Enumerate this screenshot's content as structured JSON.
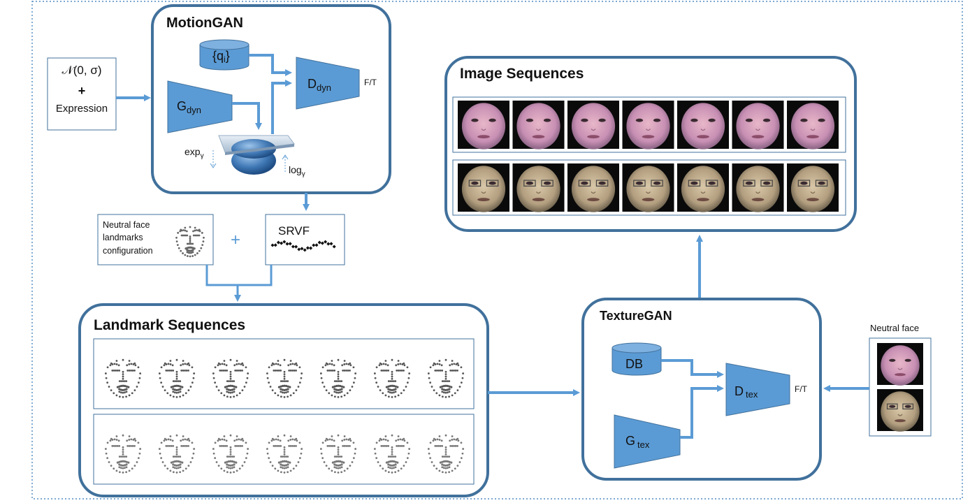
{
  "colors": {
    "panel_border": "#41719c",
    "block_fill": "#5b9bd5",
    "block_stroke": "#41719c",
    "arrow": "#5b9bd5",
    "outer_dots": "#2e75b6"
  },
  "noise_input": {
    "line1": "𝒩(0, σ)",
    "line2": "+",
    "line3": "Expression"
  },
  "motiongan": {
    "title": "MotionGAN",
    "q_cylinder": "{q",
    "q_sub": "i",
    "q_close": "}",
    "g_label": "G",
    "g_sub": "dyn",
    "d_label": "D",
    "d_sub": "dyn",
    "ft": "F/T",
    "exp_label": "exp",
    "exp_sub": "γ",
    "log_label": "log",
    "log_sub": "γ"
  },
  "neutral_box": {
    "line1": "Neutral face",
    "line2": "landmarks",
    "line3": "configuration"
  },
  "plus": "+",
  "srvf": "SRVF",
  "landmark_sequences": {
    "title": "Landmark Sequences"
  },
  "image_sequences": {
    "title": "Image Sequences"
  },
  "texturegan": {
    "title": "TextureGAN",
    "db": "DB",
    "g_label": "G",
    "g_sub": "tex",
    "d_label": "D",
    "d_sub": "tex",
    "ft": "F/T"
  },
  "neutral_face": {
    "label": "Neutral face"
  }
}
